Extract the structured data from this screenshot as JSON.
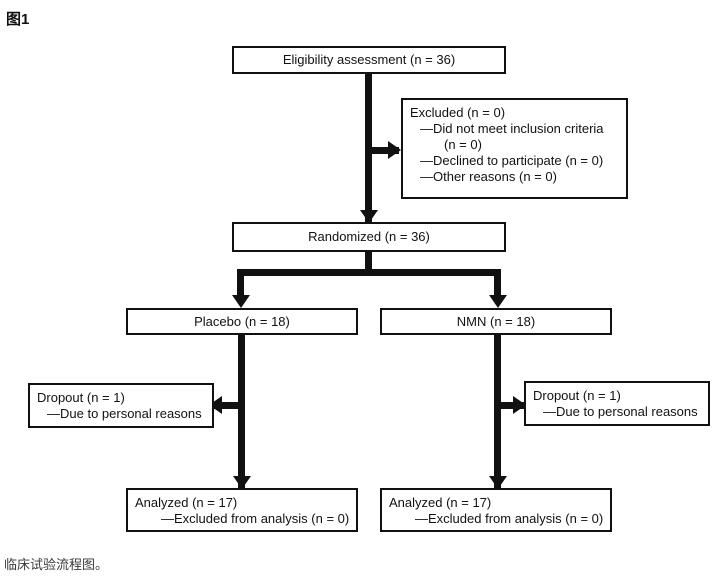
{
  "figure": {
    "label": "图1",
    "caption": "临床试验流程图。"
  },
  "colors": {
    "stroke": "#111111",
    "background": "#ffffff",
    "text": "#111111",
    "caption_text": "#3a3a3a"
  },
  "chart_data": {
    "type": "diagram",
    "diagram_kind": "CONSORT participant flow chart",
    "title": "图1",
    "caption": "临床试验流程图。",
    "nodes": [
      {
        "id": "eligibility",
        "lines": [
          "Eligibility assessment (n = 36)"
        ],
        "n": 36,
        "align": "center"
      },
      {
        "id": "excluded",
        "lines": [
          "Excluded (n = 0)",
          "—Did not meet inclusion criteria",
          "(n = 0)",
          "—Declined to participate (n = 0)",
          "—Other reasons (n = 0)"
        ],
        "n": 0,
        "align": "left"
      },
      {
        "id": "randomized",
        "lines": [
          "Randomized (n = 36)"
        ],
        "n": 36,
        "align": "center"
      },
      {
        "id": "placebo",
        "lines": [
          "Placebo (n = 18)"
        ],
        "n": 18,
        "align": "center"
      },
      {
        "id": "nmn",
        "lines": [
          "NMN (n = 18)"
        ],
        "n": 18,
        "align": "center"
      },
      {
        "id": "dropout-placebo",
        "lines": [
          "Dropout (n = 1)",
          "—Due to personal reasons"
        ],
        "n": 1,
        "align": "left"
      },
      {
        "id": "dropout-nmn",
        "lines": [
          "Dropout (n = 1)",
          "—Due to personal reasons"
        ],
        "n": 1,
        "align": "left"
      },
      {
        "id": "analyzed-placebo",
        "lines": [
          "Analyzed (n = 17)",
          "—Excluded from analysis (n = 0)"
        ],
        "n": 17,
        "align": "left"
      },
      {
        "id": "analyzed-nmn",
        "lines": [
          "Analyzed (n = 17)",
          "—Excluded from analysis (n = 0)"
        ],
        "n": 17,
        "align": "left"
      }
    ],
    "edges": [
      {
        "from": "eligibility",
        "to": "excluded",
        "direction": "right"
      },
      {
        "from": "eligibility",
        "to": "randomized",
        "direction": "down"
      },
      {
        "from": "randomized",
        "to": "placebo",
        "direction": "down"
      },
      {
        "from": "randomized",
        "to": "nmn",
        "direction": "down"
      },
      {
        "from": "placebo",
        "to": "dropout-placebo",
        "direction": "left"
      },
      {
        "from": "placebo",
        "to": "analyzed-placebo",
        "direction": "down"
      },
      {
        "from": "nmn",
        "to": "dropout-nmn",
        "direction": "right"
      },
      {
        "from": "nmn",
        "to": "analyzed-nmn",
        "direction": "down"
      }
    ]
  },
  "eligibility": {
    "text": "Eligibility assessment (n = 36)"
  },
  "excluded": {
    "line1": "Excluded (n = 0)",
    "line2": "—Did not meet inclusion criteria",
    "line3": "(n = 0)",
    "line4": "—Declined to participate (n = 0)",
    "line5": "—Other reasons (n = 0)"
  },
  "randomized": {
    "text": "Randomized (n = 36)"
  },
  "placebo": {
    "text": "Placebo (n = 18)"
  },
  "nmn": {
    "text": "NMN (n = 18)"
  },
  "dropout_placebo": {
    "line1": "Dropout (n = 1)",
    "line2": "—Due to personal reasons"
  },
  "dropout_nmn": {
    "line1": "Dropout (n = 1)",
    "line2": "—Due to personal reasons"
  },
  "analyzed_placebo": {
    "line1": "Analyzed (n = 17)",
    "line2": "—Excluded from analysis (n = 0)"
  },
  "analyzed_nmn": {
    "line1": "Analyzed (n = 17)",
    "line2": "—Excluded from analysis (n = 0)"
  }
}
